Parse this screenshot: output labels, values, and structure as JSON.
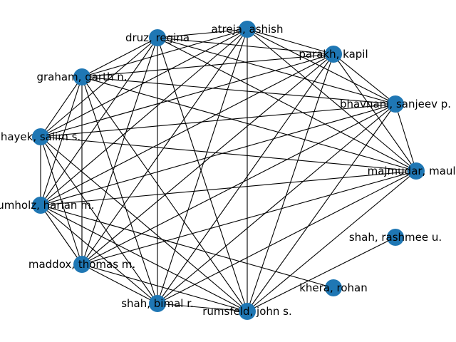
{
  "graph": {
    "node_color": "#1f77b4",
    "edge_color": "#000000",
    "nodes": [
      {
        "id": "atreja",
        "label": "atreja, ashish"
      },
      {
        "id": "druz",
        "label": "druz, regina"
      },
      {
        "id": "parakh",
        "label": "parakh, kapil"
      },
      {
        "id": "graham",
        "label": "graham, garth n."
      },
      {
        "id": "bhavnani",
        "label": "bhavnani, sanjeev p."
      },
      {
        "id": "hayek",
        "label": "hayek, salim s."
      },
      {
        "id": "majmudar",
        "label": "majmudar, maulik"
      },
      {
        "id": "krumholz",
        "label": "krumholz, harlan m."
      },
      {
        "id": "shahr",
        "label": "shah, rashmee u."
      },
      {
        "id": "maddox",
        "label": "maddox, thomas m."
      },
      {
        "id": "khera",
        "label": "khera, rohan"
      },
      {
        "id": "shahb",
        "label": "shah, bimal r."
      },
      {
        "id": "rumsfeld",
        "label": "rumsfeld, john s."
      }
    ],
    "edges": [
      [
        "atreja",
        "druz"
      ],
      [
        "atreja",
        "parakh"
      ],
      [
        "atreja",
        "graham"
      ],
      [
        "atreja",
        "bhavnani"
      ],
      [
        "atreja",
        "hayek"
      ],
      [
        "atreja",
        "majmudar"
      ],
      [
        "atreja",
        "krumholz"
      ],
      [
        "atreja",
        "maddox"
      ],
      [
        "atreja",
        "shahb"
      ],
      [
        "atreja",
        "rumsfeld"
      ],
      [
        "druz",
        "parakh"
      ],
      [
        "druz",
        "graham"
      ],
      [
        "druz",
        "bhavnani"
      ],
      [
        "druz",
        "hayek"
      ],
      [
        "druz",
        "majmudar"
      ],
      [
        "druz",
        "krumholz"
      ],
      [
        "druz",
        "maddox"
      ],
      [
        "druz",
        "shahb"
      ],
      [
        "druz",
        "rumsfeld"
      ],
      [
        "parakh",
        "graham"
      ],
      [
        "parakh",
        "bhavnani"
      ],
      [
        "parakh",
        "hayek"
      ],
      [
        "parakh",
        "majmudar"
      ],
      [
        "parakh",
        "krumholz"
      ],
      [
        "parakh",
        "maddox"
      ],
      [
        "parakh",
        "shahb"
      ],
      [
        "parakh",
        "rumsfeld"
      ],
      [
        "graham",
        "bhavnani"
      ],
      [
        "graham",
        "hayek"
      ],
      [
        "graham",
        "majmudar"
      ],
      [
        "graham",
        "krumholz"
      ],
      [
        "graham",
        "maddox"
      ],
      [
        "graham",
        "shahb"
      ],
      [
        "graham",
        "rumsfeld"
      ],
      [
        "bhavnani",
        "hayek"
      ],
      [
        "bhavnani",
        "majmudar"
      ],
      [
        "bhavnani",
        "krumholz"
      ],
      [
        "bhavnani",
        "maddox"
      ],
      [
        "bhavnani",
        "shahb"
      ],
      [
        "bhavnani",
        "rumsfeld"
      ],
      [
        "hayek",
        "majmudar"
      ],
      [
        "hayek",
        "krumholz"
      ],
      [
        "hayek",
        "maddox"
      ],
      [
        "hayek",
        "shahb"
      ],
      [
        "hayek",
        "rumsfeld"
      ],
      [
        "majmudar",
        "krumholz"
      ],
      [
        "majmudar",
        "maddox"
      ],
      [
        "majmudar",
        "shahb"
      ],
      [
        "majmudar",
        "rumsfeld"
      ],
      [
        "krumholz",
        "maddox"
      ],
      [
        "krumholz",
        "shahb"
      ],
      [
        "krumholz",
        "rumsfeld"
      ],
      [
        "krumholz",
        "khera"
      ],
      [
        "maddox",
        "shahb"
      ],
      [
        "maddox",
        "rumsfeld"
      ],
      [
        "shahb",
        "rumsfeld"
      ],
      [
        "rumsfeld",
        "shahr"
      ]
    ]
  }
}
